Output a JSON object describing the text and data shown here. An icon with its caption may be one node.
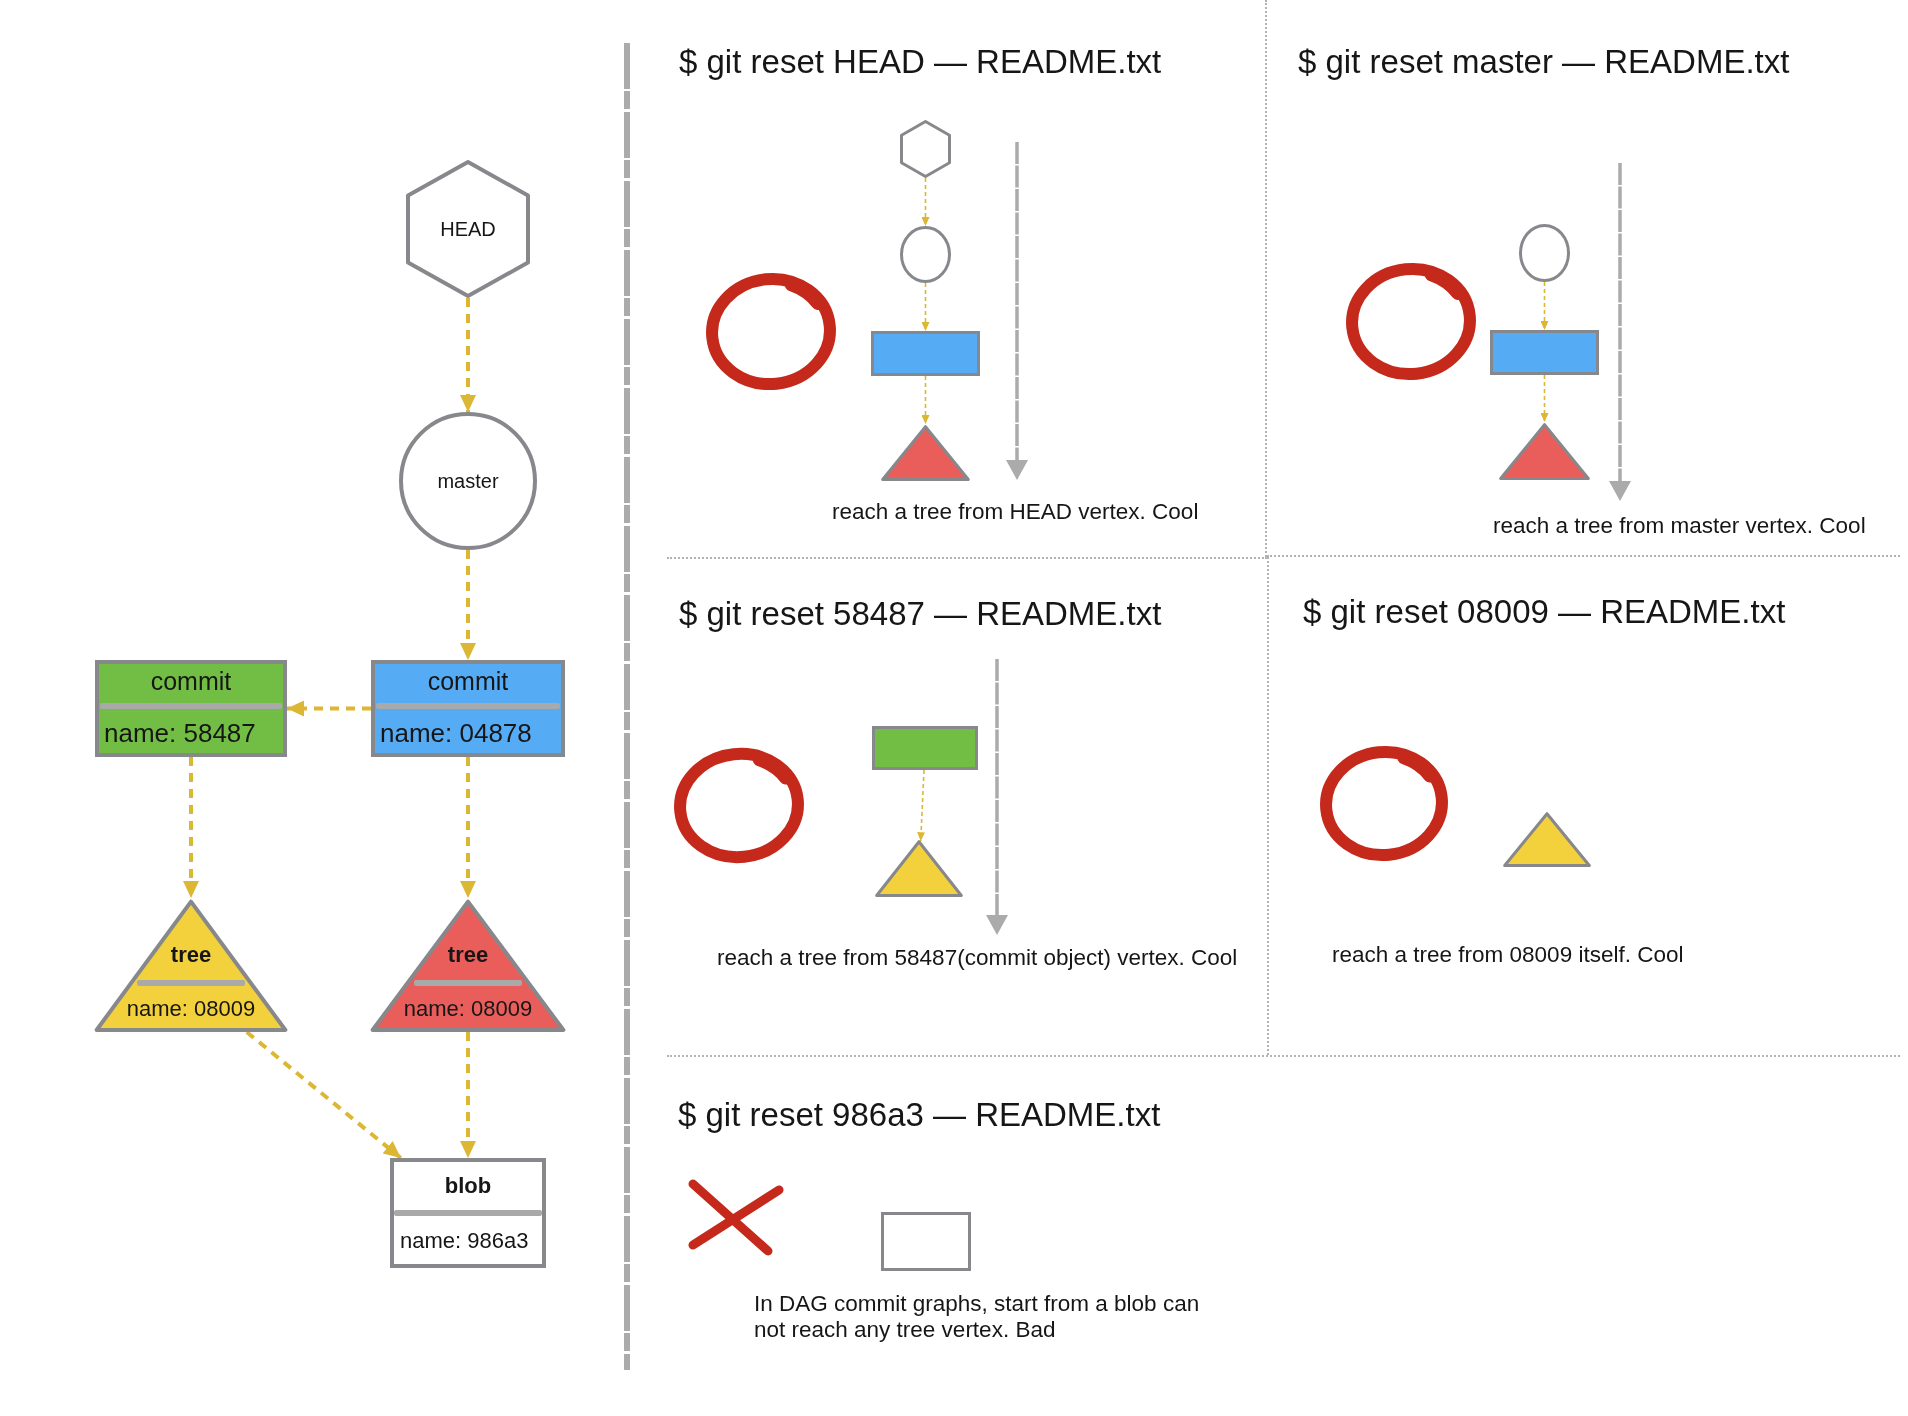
{
  "diagram": {
    "nodes": [
      {
        "text": [
          "HEAD"
        ]
      },
      {
        "text": [
          "master"
        ]
      },
      {
        "text": [
          "commit",
          "name: 58487"
        ]
      },
      {
        "text": [
          "commit",
          "name: 04878"
        ]
      },
      {
        "text": [
          "tree",
          "name: 08009"
        ]
      },
      {
        "text": [
          "tree",
          "name: 08009"
        ]
      },
      {
        "text": [
          "blob",
          "name: 986a3"
        ]
      },
      {
        "text": [
          "$ git reset HEAD — README.txt",
          "reach a tree from HEAD vertex. Cool"
        ]
      },
      {
        "text": [],
        "shape": "hexagon",
        "in": 7
      },
      {
        "text": [],
        "shape": "circle",
        "in": 7
      },
      {
        "text": [],
        "shape": "box",
        "in": 7
      },
      {
        "text": [],
        "shape": "triangle",
        "in": 7
      },
      {
        "text": [
          "$ git reset master — README.txt",
          "reach a tree from master vertex. Cool"
        ]
      },
      {
        "text": [],
        "shape": "circle",
        "in": 12
      },
      {
        "text": [],
        "shape": "box",
        "in": 12
      },
      {
        "text": [],
        "shape": "triangle",
        "in": 12
      },
      {
        "text": [
          "$ git reset 58487 — README.txt",
          "reach a tree from 58487(commit object) vertex. Cool"
        ]
      },
      {
        "text": [],
        "shape": "box",
        "in": 16
      },
      {
        "text": [],
        "shape": "triangle",
        "in": 16
      },
      {
        "text": [
          "$ git reset 08009 — README.txt",
          "reach a tree from 08009 itself. Cool"
        ]
      },
      {
        "text": [],
        "shape": "triangle",
        "in": 19
      },
      {
        "text": [
          "$ git reset 986a3 — README.txt",
          "In DAG commit graphs, start from a blob can not reach any tree vertex. Bad"
        ]
      },
      {
        "text": [],
        "shape": "box",
        "in": 21
      }
    ],
    "edges": [
      {
        "from": 0,
        "to": 1,
        "arrow": "to",
        "style": "dashed"
      },
      {
        "from": 1,
        "to": 3,
        "arrow": "to",
        "style": "dashed"
      },
      {
        "from": 3,
        "to": 2,
        "arrow": "to",
        "style": "dashed"
      },
      {
        "from": 2,
        "to": 4,
        "arrow": "to",
        "style": "dashed"
      },
      {
        "from": 3,
        "to": 5,
        "arrow": "to",
        "style": "dashed"
      },
      {
        "from": 4,
        "to": 6,
        "arrow": "to",
        "style": "dashed"
      },
      {
        "from": 5,
        "to": 6,
        "arrow": "to",
        "style": "dashed"
      },
      {
        "from": 8,
        "to": 9,
        "arrow": "to",
        "style": "dashed"
      },
      {
        "from": 9,
        "to": 10,
        "arrow": "to",
        "style": "dashed"
      },
      {
        "from": 10,
        "to": 11,
        "arrow": "to",
        "style": "dashed"
      },
      {
        "from": 13,
        "to": 14,
        "arrow": "to",
        "style": "dashed"
      },
      {
        "from": 14,
        "to": 15,
        "arrow": "to",
        "style": "dashed"
      },
      {
        "from": 17,
        "to": 18,
        "arrow": "to",
        "style": "dashed"
      }
    ]
  }
}
